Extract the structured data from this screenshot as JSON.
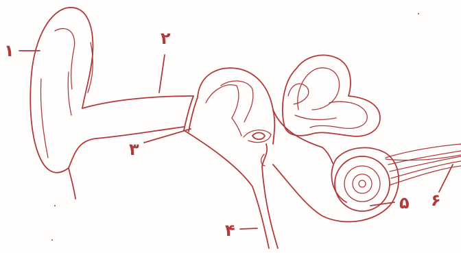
{
  "colors": {
    "ink": "#b03a3a",
    "background": "#fffefd"
  },
  "labels": {
    "l1": "۱",
    "l2": "۲",
    "l3": "۳",
    "l4": "۴",
    "l5": "۵",
    "l6": "۶"
  }
}
